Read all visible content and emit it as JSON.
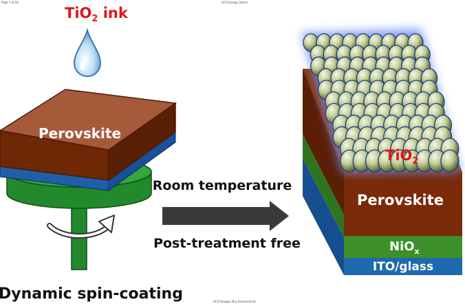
{
  "header": {
    "left": "Page 7 of 26",
    "center": "ACS Energy Letters"
  },
  "footer": {
    "text": "ACS Paragon Plus Environment"
  },
  "ink_label": {
    "main": "TiO",
    "sub": "2",
    "rest": " ink"
  },
  "left_film_label": "Perovskite",
  "process_label": "Dynamic spin-coating",
  "arrow_text": {
    "top": "Room temperature",
    "bottom": "Post-treatment free"
  },
  "stack": {
    "tio2": {
      "main": "TiO",
      "sub": "2"
    },
    "perovskite": "Perovskite",
    "niox": {
      "main": "NiO",
      "sub": "x"
    },
    "ito": "ITO/glass"
  },
  "colors": {
    "perovskite": "#7a2a08",
    "blue_layer": "#1e5fa8",
    "niox": "#3d8f2a",
    "chuck": "#1f8a2a",
    "tio2_label": "#e0151a",
    "arrow": "#3a3a3a"
  },
  "icons": [
    "droplet-icon",
    "rotation-arrow-icon",
    "right-arrow-icon"
  ]
}
